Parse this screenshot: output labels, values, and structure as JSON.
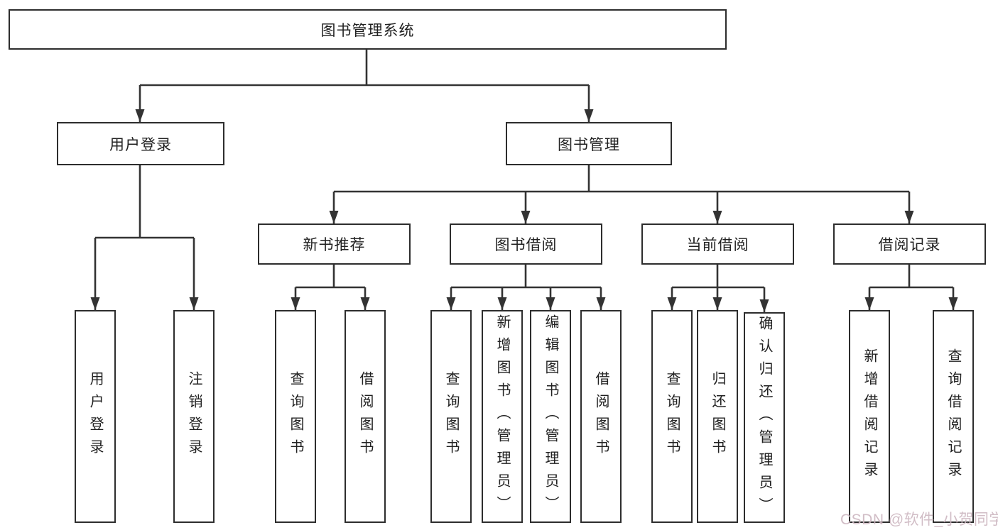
{
  "diagram": {
    "tree": {
      "label": "图书管理系统",
      "children": [
        {
          "label": "用户登录",
          "children": [
            {
              "label": "用户登录"
            },
            {
              "label": "注销登录"
            }
          ]
        },
        {
          "label": "图书管理",
          "children": [
            {
              "label": "新书推荐",
              "children": [
                {
                  "label": "查询图书"
                },
                {
                  "label": "借阅图书"
                }
              ]
            },
            {
              "label": "图书借阅",
              "children": [
                {
                  "label": "查询图书"
                },
                {
                  "label": "新增图书（管理员）"
                },
                {
                  "label": "编辑图书（管理员）"
                },
                {
                  "label": "借阅图书"
                }
              ]
            },
            {
              "label": "当前借阅",
              "children": [
                {
                  "label": "查询图书"
                },
                {
                  "label": "归还图书"
                },
                {
                  "label": "确认归还（管理员）"
                }
              ]
            },
            {
              "label": "借阅记录",
              "children": [
                {
                  "label": "新增借阅记录"
                },
                {
                  "label": "查询借阅记录"
                }
              ]
            }
          ]
        }
      ]
    }
  },
  "watermark": {
    "text": "CSDN @软件_小贺同学"
  },
  "colors": {
    "line": "#333333",
    "box_border": "#2d2d2d",
    "text": "#212121",
    "background": "#ffffff",
    "watermark": "#cdb6c0"
  }
}
